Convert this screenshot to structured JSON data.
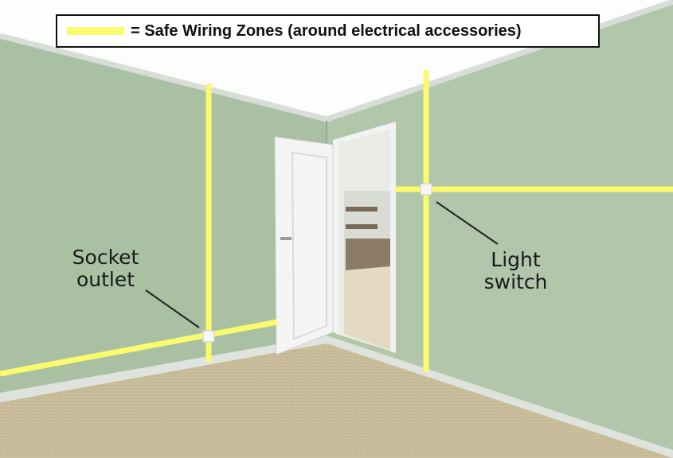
{
  "legend": {
    "text": "= Safe Wiring Zones (around electrical accessories)",
    "swatch_color": "#fbfb6e"
  },
  "labels": {
    "socket_line1": "Socket",
    "socket_line2": "outlet",
    "switch_line1": "Light",
    "switch_line2": "switch"
  },
  "colors": {
    "wall": "#a9c0a3",
    "wall_far": "#b1c6ab",
    "ceiling": "#fdfdfd",
    "floor": "#c9bc9a",
    "skirting": "#dfe3de",
    "door": "#f4f4f4",
    "zone": "#fbfb6e"
  }
}
